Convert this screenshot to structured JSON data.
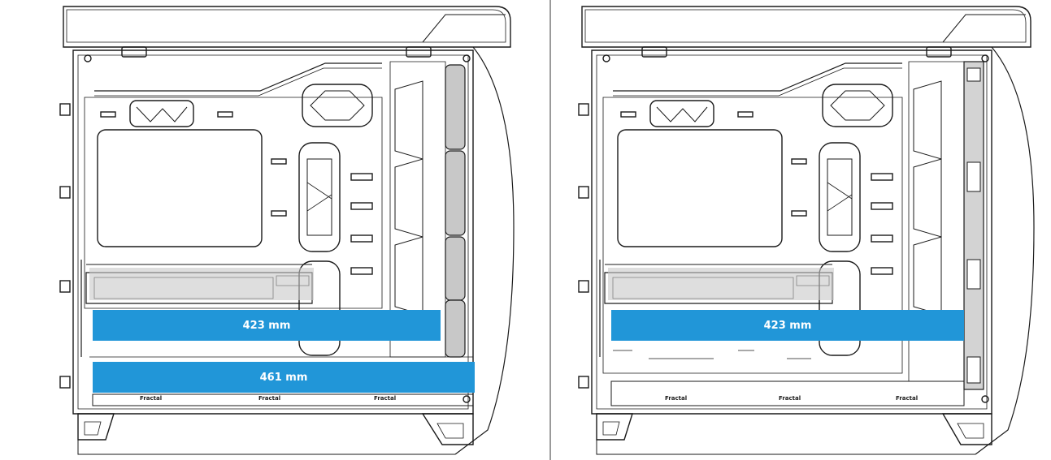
{
  "colors": {
    "measurement_bar": "#2196d8",
    "measurement_text": "#ffffff",
    "line_art": "#1a1a1a",
    "divider": "#9a9a9a",
    "fan_shade": "#c8c8c8",
    "panel_shade": "#d3d3d3"
  },
  "left_panel": {
    "measurements": [
      {
        "label": "423 mm"
      },
      {
        "label": "461 mm"
      }
    ],
    "brand_labels": [
      "Fractal",
      "Fractal",
      "Fractal"
    ]
  },
  "right_panel": {
    "measurements": [
      {
        "label": "423 mm"
      }
    ],
    "brand_labels": [
      "Fractal",
      "Fractal",
      "Fractal"
    ]
  }
}
